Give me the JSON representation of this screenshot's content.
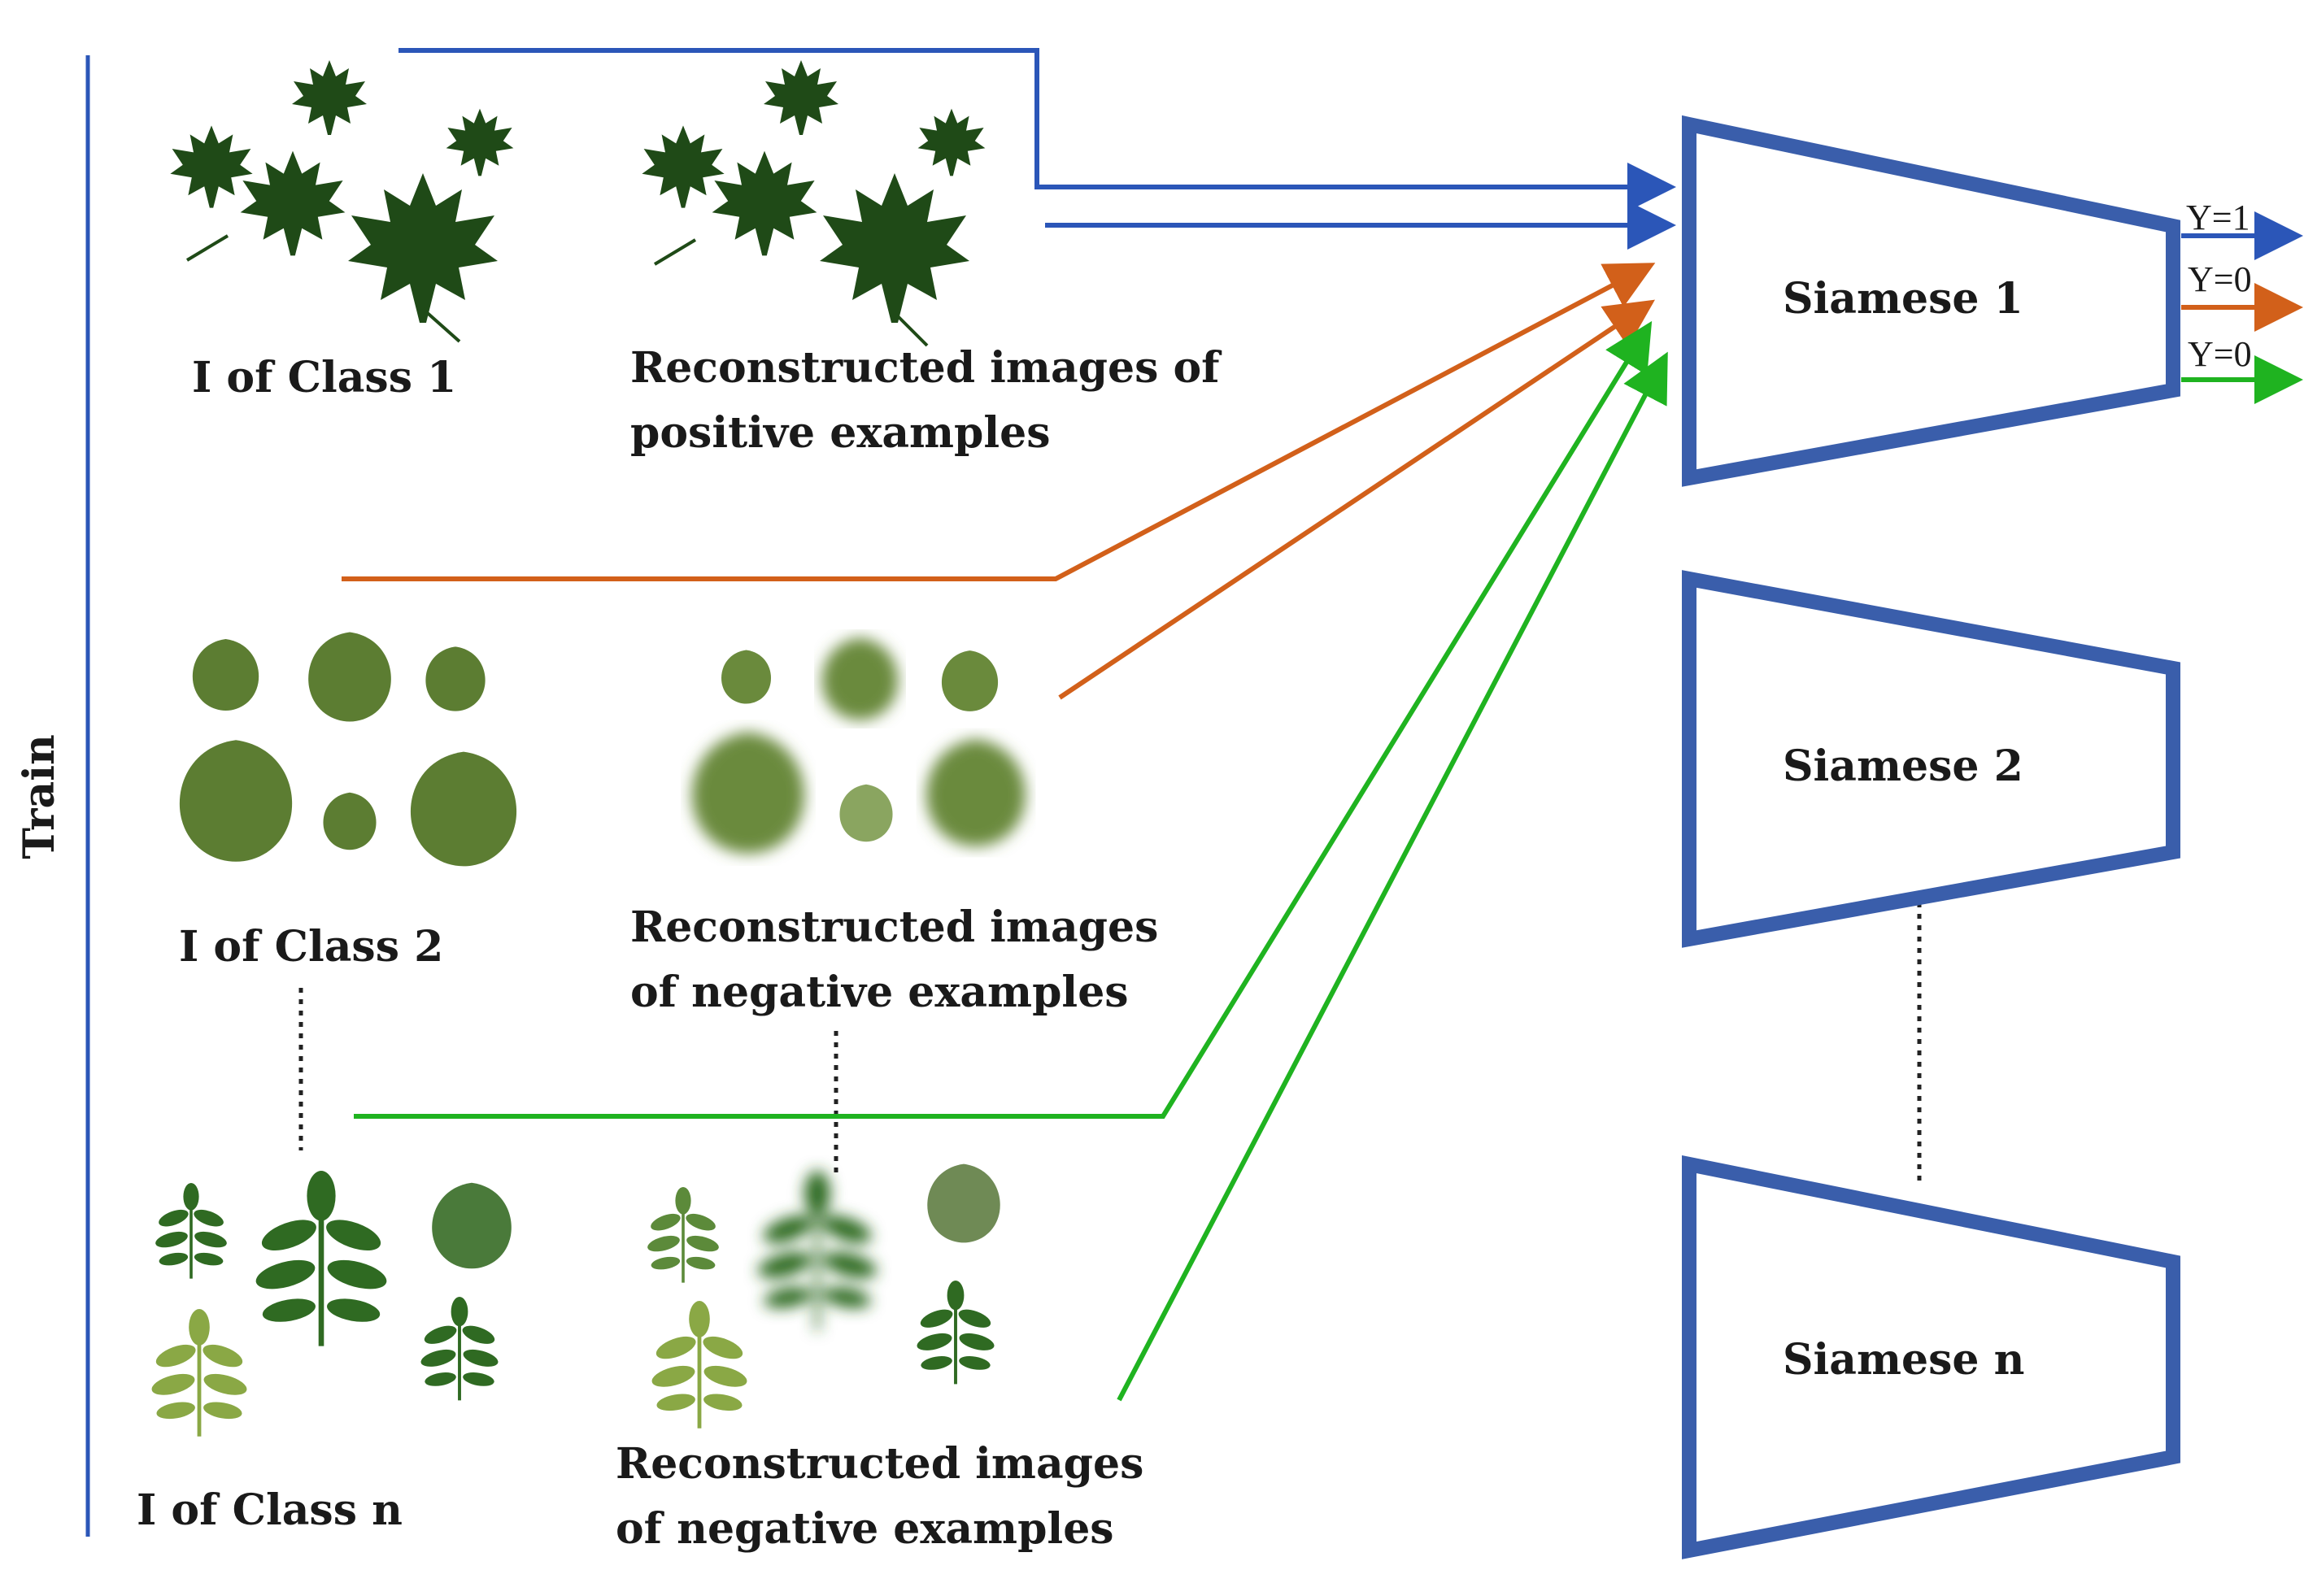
{
  "side_label": "Train",
  "classes": [
    {
      "label": "I of Class 1",
      "recon_label_line1": "Reconstructed images of",
      "recon_label_line2": "positive examples"
    },
    {
      "label": "I of Class 2",
      "recon_label_line1": "Reconstructed images",
      "recon_label_line2": "of negative examples"
    },
    {
      "label": "I of Class n",
      "recon_label_line1": "Reconstructed images",
      "recon_label_line2": "of negative examples"
    }
  ],
  "networks": [
    "Siamese 1",
    "Siamese 2",
    "Siamese n"
  ],
  "outputs": [
    {
      "label": "Y=1",
      "color": "#2b56b8"
    },
    {
      "label": "Y=0",
      "color": "#d2601a"
    },
    {
      "label": "Y=0",
      "color": "#1fb320"
    }
  ],
  "colors": {
    "positive": "#2b56b8",
    "negative_class2": "#d2601a",
    "negative_classn": "#1fb320",
    "network_outline": "#3a5eab",
    "leaf_dark": "#1f4a17",
    "leaf_light": "#5c7d32"
  }
}
